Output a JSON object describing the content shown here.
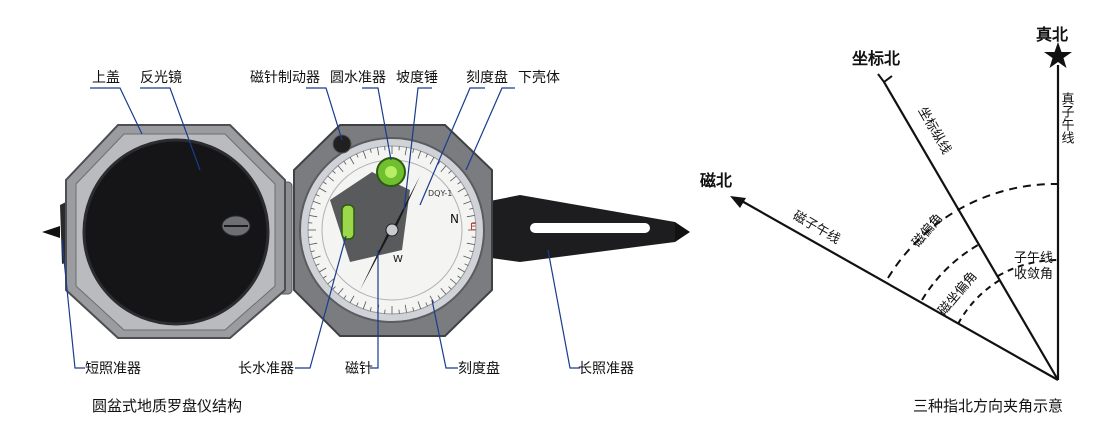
{
  "left_figure": {
    "labels": {
      "top_cover": "上盖",
      "reflector": "反光镜",
      "needle_brake": "磁针制动器",
      "circular_level": "圆水准器",
      "clinometer_weight": "坡度锤",
      "scale_ring_top": "刻度盘",
      "lower_case": "下壳体",
      "short_sight": "短照准器",
      "long_level": "长水准器",
      "needle": "磁针",
      "scale_ring_bottom": "刻度盘",
      "long_sight": "长照准器"
    },
    "caption": "圆盆式地质罗盘仪结构",
    "dial_marks": {
      "north": "N",
      "east": "E",
      "west": "W",
      "model": "DQY-1"
    }
  },
  "right_figure": {
    "true_north": "真北",
    "grid_north": "坐标北",
    "magnetic_north": "磁北",
    "true_meridian_text": "真子午线",
    "grid_line_text": "坐标纵线",
    "mag_meridian_text": "磁子午线",
    "declination": "磁偏角",
    "convergence": "子午线收敛角",
    "grid_mag_angle": "磁坐偏角",
    "caption": "三种指北方向夹角示意"
  }
}
